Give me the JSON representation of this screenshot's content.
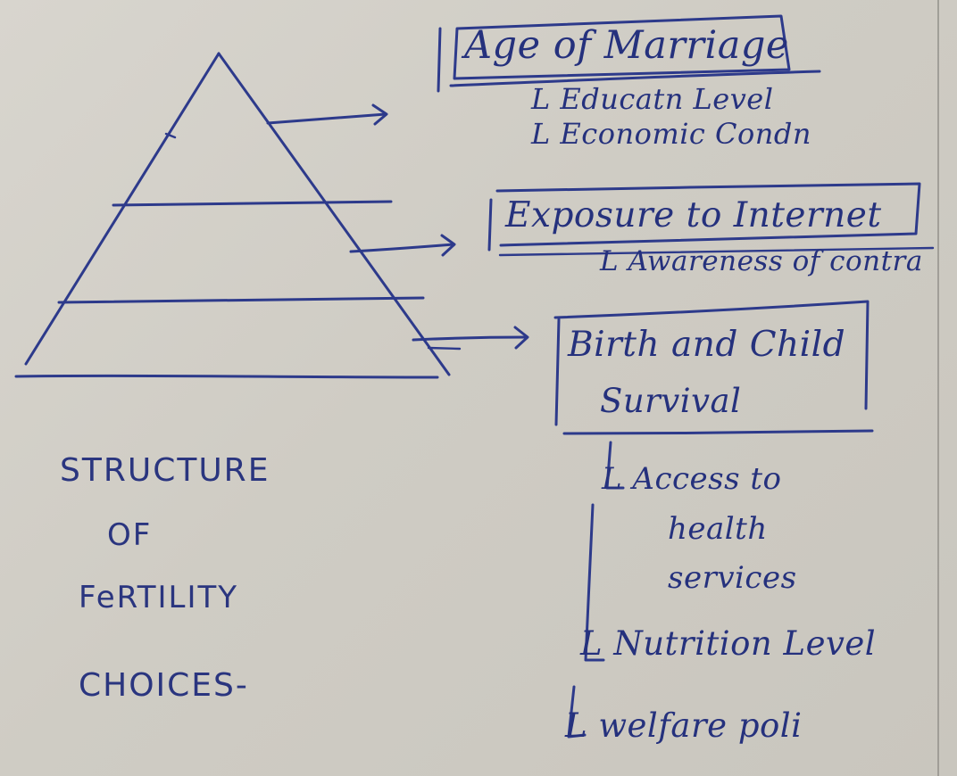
{
  "diagram": {
    "caption_lines": [
      "STRUCTURE",
      "OF",
      "FeRTILITY",
      "CHOICES-"
    ],
    "boxes": [
      {
        "label": "Age of Marriage",
        "subitems": [
          "L Educatn Level",
          "L Economic Condn"
        ]
      },
      {
        "label": "Exposure to Internet",
        "subitems": [
          "L Awareness of contra"
        ]
      },
      {
        "label_lines": [
          "Birth and Child",
          "Survival"
        ],
        "subitems": [
          "L Access to",
          "health",
          "services",
          "L Nutrition Level",
          "L welfare poli"
        ]
      }
    ]
  }
}
